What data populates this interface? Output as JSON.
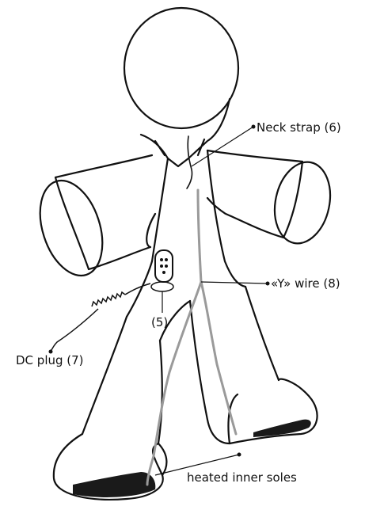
{
  "labels": {
    "neck_strap": "Neck strap (6)",
    "y_wire": "«Y» wire (8)",
    "controller": "(5)",
    "dc_plug": "DC plug (7)",
    "inner_soles": "heated inner soles"
  },
  "colors": {
    "outline": "#111111",
    "wire": "#9a9a9a",
    "sole": "#1a1a1a",
    "background": "#ffffff"
  }
}
